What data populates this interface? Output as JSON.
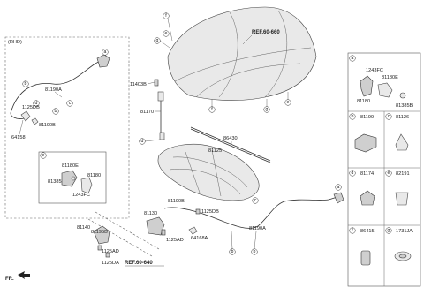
{
  "panels": {
    "rhd_label": "(RHD)",
    "rhd_inset_letter": "e",
    "right_cells": [
      {
        "letter": "a",
        "parts": [
          "1243FC",
          "81180E",
          "81180",
          "81385B"
        ]
      },
      {
        "letter": "b",
        "parts": [
          "81199"
        ]
      },
      {
        "letter": "c",
        "parts": [
          "81126"
        ]
      },
      {
        "letter": "d",
        "parts": [
          "81174"
        ]
      },
      {
        "letter": "e",
        "parts": [
          "82191"
        ]
      },
      {
        "letter": "f",
        "parts": [
          "86415"
        ]
      },
      {
        "letter": "g",
        "parts": [
          "1731JA"
        ]
      }
    ]
  },
  "hood": {
    "ref": "REF.60-660",
    "callouts": [
      "f",
      "g",
      "e",
      "f",
      "g",
      "e"
    ]
  },
  "rhd": {
    "cable": "81190A",
    "end": "81190B",
    "bolt": "1125DB",
    "clip": "64158",
    "callouts": [
      "a",
      "b",
      "b",
      "d",
      "c",
      "e"
    ],
    "inset_parts": [
      "81180E",
      "81385B",
      "81180",
      "1243FC"
    ]
  },
  "center": {
    "bolt": "11403B",
    "rod": "81170",
    "seal": "86430",
    "pad": "81125",
    "rod_callout": "d",
    "pad_callout": "c"
  },
  "lhd": {
    "end": "81190B",
    "bolt": "1125DB",
    "latch": "81130",
    "bolt2": "1125AD",
    "clip": "64168A",
    "cable": "81190A",
    "lever": "81140",
    "end2": "81195B",
    "bolt3": "1125AD",
    "bolt4": "1125DA",
    "ref": "REF.60-640",
    "callouts": [
      "a",
      "b",
      "b"
    ]
  },
  "direction": "FR."
}
